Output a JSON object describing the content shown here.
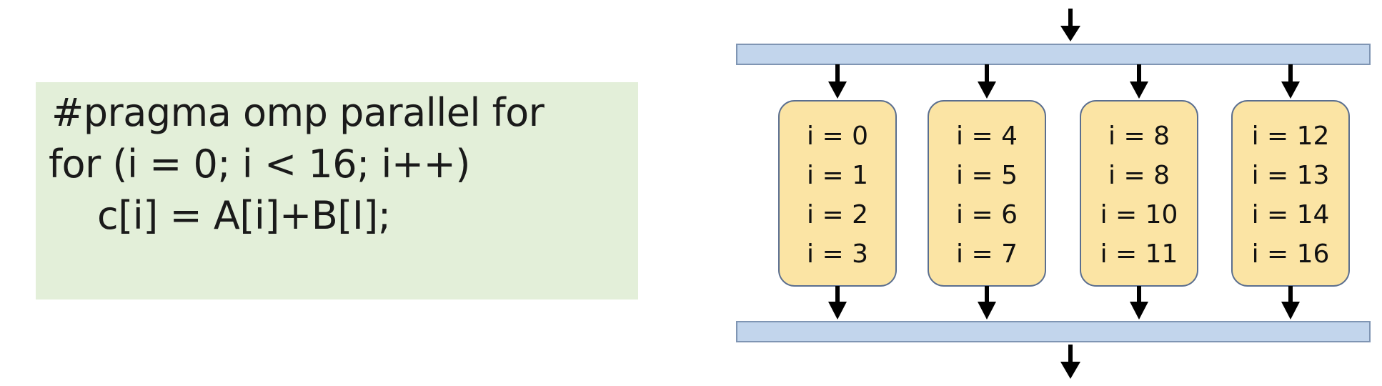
{
  "code": {
    "lines": [
      "#pragma omp parallel for",
      "for (i = 0; i < 16; i++)",
      "c[i] = A[i]+B[I];"
    ]
  },
  "chunks": [
    {
      "lines": [
        "i = 0",
        "i = 1",
        "i = 2",
        "i = 3"
      ]
    },
    {
      "lines": [
        "i = 4",
        "i = 5",
        "i = 6",
        "i = 7"
      ]
    },
    {
      "lines": [
        "i = 8",
        "i = 8",
        "i = 10",
        "i = 11"
      ]
    },
    {
      "lines": [
        "i = 12",
        "i = 13",
        "i = 14",
        "i = 16"
      ]
    }
  ],
  "colors": {
    "code_background": "#e3efd9",
    "bar_fill": "#c2d5ec",
    "bar_stroke": "#7f95b3",
    "chunk_fill": "#fbe4a4",
    "chunk_stroke": "#5a6e8f",
    "arrow": "#000000"
  }
}
